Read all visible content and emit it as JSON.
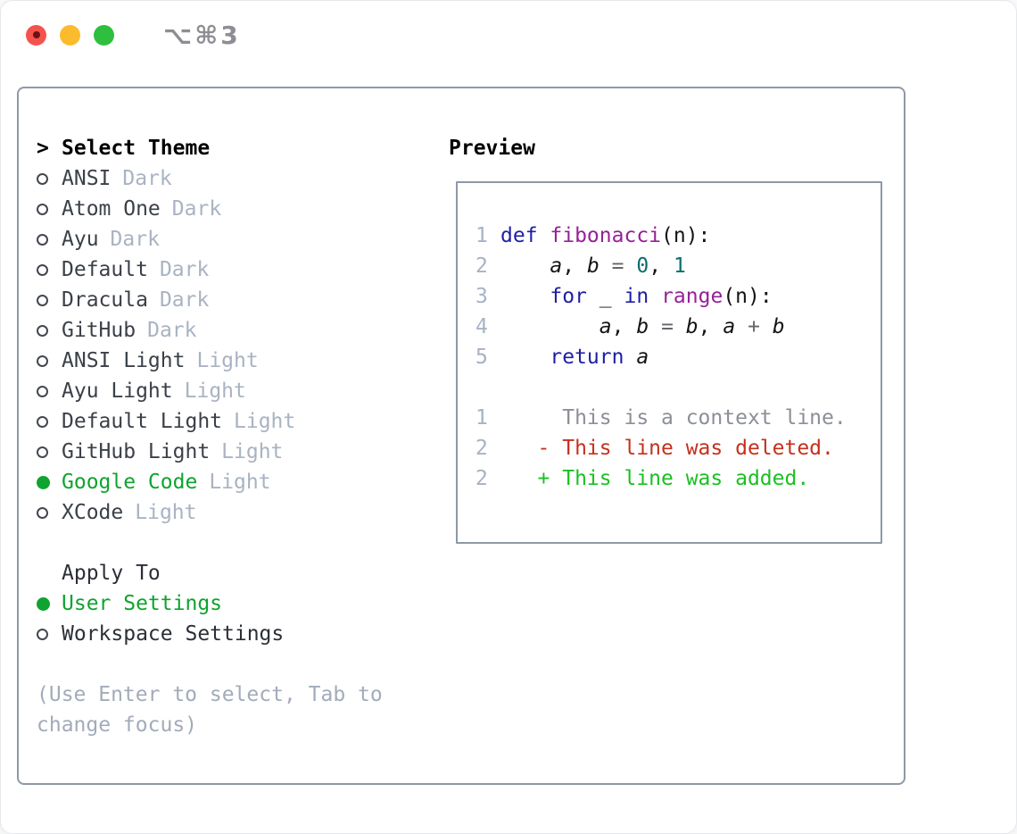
{
  "titlebar": {
    "shortcut": "⌥⌘3",
    "traffic_lights": [
      "close",
      "minimize",
      "zoom"
    ]
  },
  "colors": {
    "selection_green": "#0fa32f",
    "diff_added_green": "#1ac022",
    "diff_deleted_red": "#c5301c",
    "panel_border": "#8e99a6",
    "muted_text": "#a9b3c2"
  },
  "theme_picker": {
    "header_prefix": ">",
    "header": "Select Theme",
    "items": [
      {
        "name": "ANSI",
        "variant": "Dark",
        "selected": false
      },
      {
        "name": "Atom One",
        "variant": "Dark",
        "selected": false
      },
      {
        "name": "Ayu",
        "variant": "Dark",
        "selected": false
      },
      {
        "name": "Default",
        "variant": "Dark",
        "selected": false
      },
      {
        "name": "Dracula",
        "variant": "Dark",
        "selected": false
      },
      {
        "name": "GitHub",
        "variant": "Dark",
        "selected": false
      },
      {
        "name": "ANSI Light",
        "variant": "Light",
        "selected": false
      },
      {
        "name": "Ayu Light",
        "variant": "Light",
        "selected": false
      },
      {
        "name": "Default Light",
        "variant": "Light",
        "selected": false
      },
      {
        "name": "GitHub Light",
        "variant": "Light",
        "selected": false
      },
      {
        "name": "Google Code",
        "variant": "Light",
        "selected": true
      },
      {
        "name": "XCode",
        "variant": "Light",
        "selected": false
      }
    ]
  },
  "apply_to": {
    "header": "Apply To",
    "options": [
      {
        "name": "User Settings",
        "selected": true
      },
      {
        "name": "Workspace Settings",
        "selected": false
      }
    ]
  },
  "hint": "(Use Enter to select, Tab to change focus)",
  "preview": {
    "title": "Preview",
    "lines": [
      {
        "number": "1",
        "segments": [
          [
            "def ",
            "kw"
          ],
          [
            "fibonacci",
            "fn"
          ],
          [
            "(n):",
            "plain"
          ]
        ]
      },
      {
        "number": "2",
        "segments": [
          [
            "    ",
            "plain"
          ],
          [
            "a",
            "var"
          ],
          [
            ", ",
            "plain"
          ],
          [
            "b",
            "var"
          ],
          [
            " ",
            "plain"
          ],
          [
            "=",
            "op"
          ],
          [
            " ",
            "plain"
          ],
          [
            "0",
            "lit"
          ],
          [
            ", ",
            "plain"
          ],
          [
            "1",
            "lit"
          ]
        ]
      },
      {
        "number": "3",
        "segments": [
          [
            "    ",
            "plain"
          ],
          [
            "for",
            "kw"
          ],
          [
            " ",
            "plain"
          ],
          [
            "_",
            "var"
          ],
          [
            " ",
            "plain"
          ],
          [
            "in",
            "kw"
          ],
          [
            " ",
            "plain"
          ],
          [
            "range",
            "fn"
          ],
          [
            "(n):",
            "plain"
          ]
        ]
      },
      {
        "number": "4",
        "segments": [
          [
            "        ",
            "plain"
          ],
          [
            "a",
            "var"
          ],
          [
            ", ",
            "plain"
          ],
          [
            "b",
            "var"
          ],
          [
            " ",
            "plain"
          ],
          [
            "=",
            "op"
          ],
          [
            " ",
            "plain"
          ],
          [
            "b",
            "var"
          ],
          [
            ", ",
            "plain"
          ],
          [
            "a",
            "var"
          ],
          [
            " ",
            "plain"
          ],
          [
            "+",
            "op"
          ],
          [
            " ",
            "plain"
          ],
          [
            "b",
            "var"
          ]
        ]
      },
      {
        "number": "5",
        "segments": [
          [
            "    ",
            "plain"
          ],
          [
            "return",
            "kw"
          ],
          [
            " ",
            "plain"
          ],
          [
            "a",
            "var"
          ]
        ]
      },
      {
        "number": "",
        "segments": []
      },
      {
        "number": "1",
        "segments": [
          [
            "     This is a context line.",
            "ctx"
          ]
        ]
      },
      {
        "number": "2",
        "segments": [
          [
            "   - This line was deleted.",
            "del"
          ]
        ]
      },
      {
        "number": "2",
        "segments": [
          [
            "   + This line was added.",
            "add"
          ]
        ]
      }
    ]
  }
}
